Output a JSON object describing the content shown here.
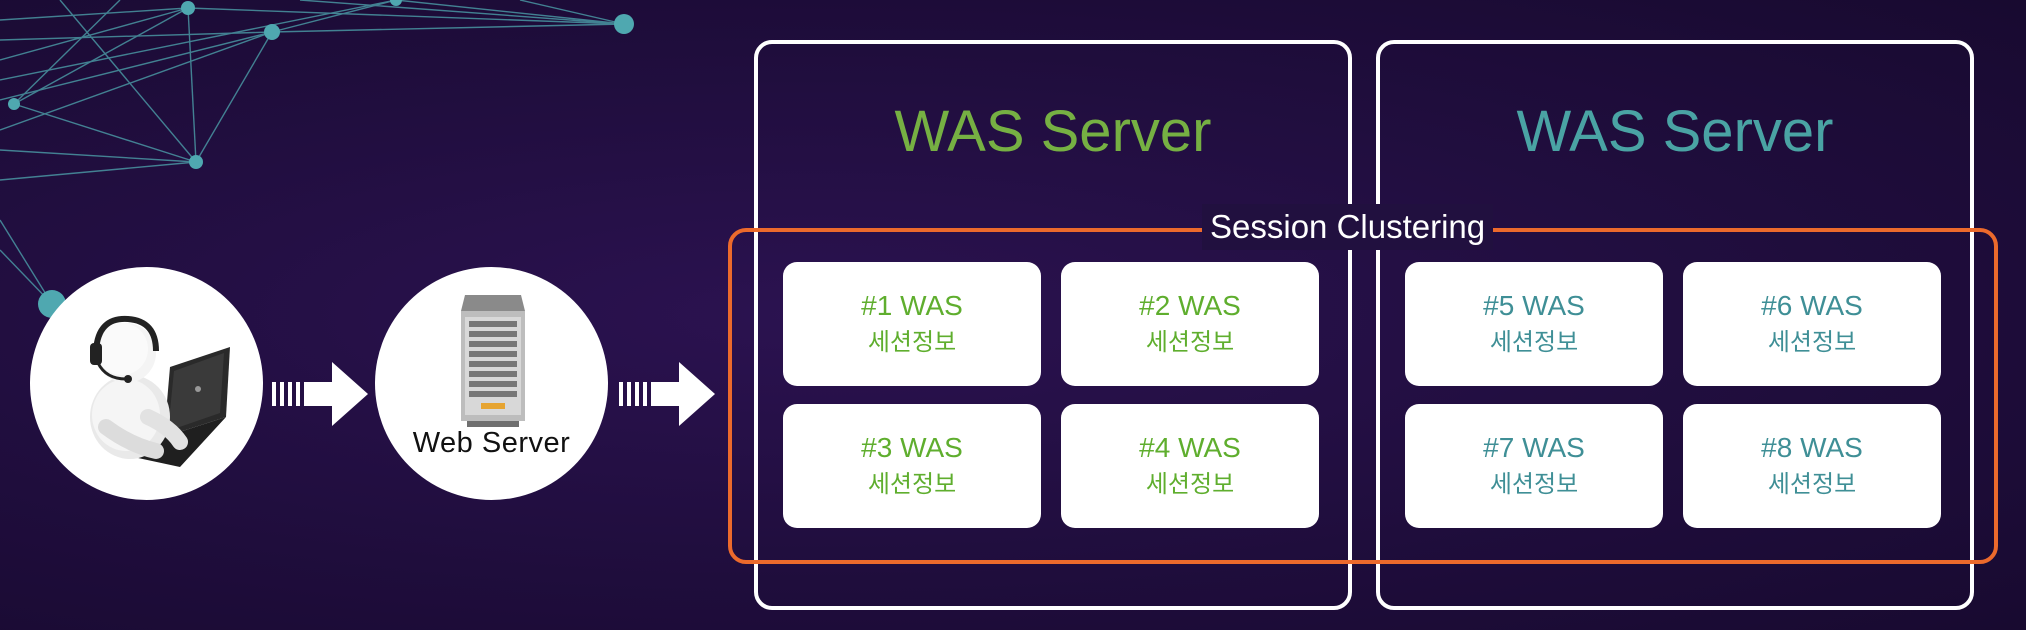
{
  "client": {
    "icon": "headset-user-laptop-icon"
  },
  "web_server": {
    "label": "Web Server",
    "icon": "server-rack-icon"
  },
  "was_servers": [
    {
      "title": "WAS Server",
      "color": "#76b043"
    },
    {
      "title": "WAS Server",
      "color": "#4aa3a4"
    }
  ],
  "clustering": {
    "label": "Session Clustering",
    "color": "#ec6a2c"
  },
  "nodes": [
    {
      "name": "#1 WAS",
      "sub": "세션정보"
    },
    {
      "name": "#2 WAS",
      "sub": "세션정보"
    },
    {
      "name": "#3 WAS",
      "sub": "세션정보"
    },
    {
      "name": "#4 WAS",
      "sub": "세션정보"
    },
    {
      "name": "#5 WAS",
      "sub": "세션정보"
    },
    {
      "name": "#6 WAS",
      "sub": "세션정보"
    },
    {
      "name": "#7 WAS",
      "sub": "세션정보"
    },
    {
      "name": "#8 WAS",
      "sub": "세션정보"
    }
  ]
}
